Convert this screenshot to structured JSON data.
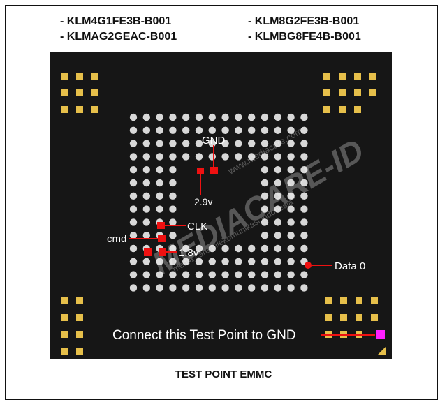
{
  "models": [
    "- KLM4G1FE3B-B001",
    "- KLM8G2FE3B-B001",
    "- KLMAG2GEAC-B001",
    "- KLMBG8FE4B-B001"
  ],
  "labels": {
    "gnd": "GND",
    "v29": "2.9v",
    "clk": "CLK",
    "cmd": "cmd",
    "v18": "1.8v",
    "data0": "Data 0",
    "connect": "Connect this Test Point to GND"
  },
  "watermark": {
    "brand": "MEDIACARE-ID",
    "url": "www.mediacare.com",
    "tagline": "media care telekomunikasi indonesia"
  },
  "caption": "TEST POINT EMMC",
  "colors": {
    "chip": "#161616",
    "pad_gold": "#e6bf4a",
    "ball": "#d8d8d8",
    "marker": "#ee1111",
    "magenta": "#ff1fff"
  }
}
